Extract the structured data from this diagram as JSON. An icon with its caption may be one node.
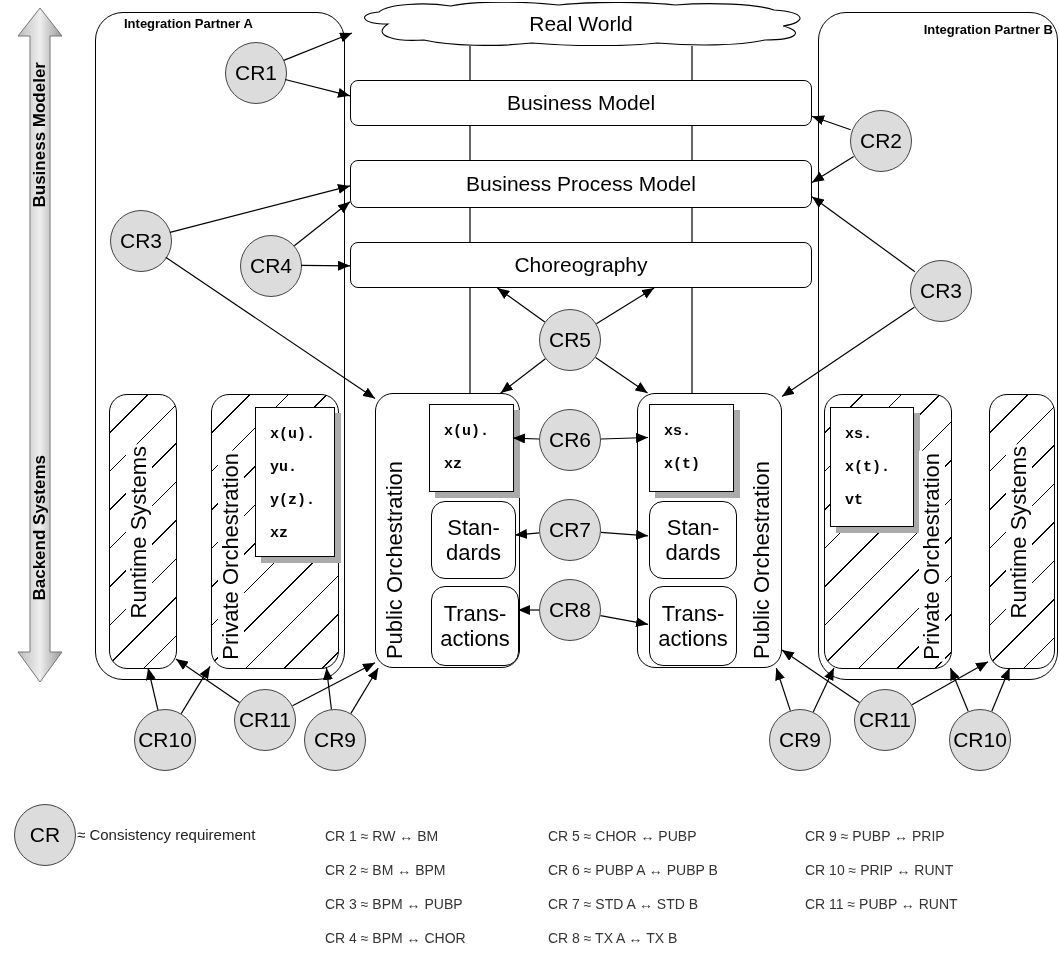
{
  "diagram": {
    "nodes": [
      {
        "text": [
          "Integration Partner A"
        ]
      },
      {
        "text": [
          "Integration Partner B"
        ]
      },
      {
        "text": [
          "Real World"
        ]
      },
      {
        "text": [
          "Business Model"
        ]
      },
      {
        "text": [
          "Business Process Model"
        ]
      },
      {
        "text": [
          "Choreography"
        ]
      },
      {
        "text": [
          "Runtime Systems"
        ],
        "in": 0
      },
      {
        "text": [
          "Private Orchestration"
        ],
        "in": 0
      },
      {
        "text": [
          "x(u). yu. y(z). xz"
        ],
        "in": 7
      },
      {
        "text": [
          "Public Orchestration"
        ]
      },
      {
        "text": [
          "x(u). xz"
        ],
        "in": 9
      },
      {
        "text": [
          "Stan- dards"
        ],
        "in": 9
      },
      {
        "text": [
          "Trans- actions"
        ],
        "in": 9
      },
      {
        "text": [
          "Public Orchestration"
        ]
      },
      {
        "text": [
          "xs. x(t)"
        ],
        "in": 13
      },
      {
        "text": [
          "Stan- dards"
        ],
        "in": 13
      },
      {
        "text": [
          "Trans- actions"
        ],
        "in": 13
      },
      {
        "text": [
          "Private Orchestration"
        ],
        "in": 1
      },
      {
        "text": [
          "xs. x(t). vt"
        ],
        "in": 17
      },
      {
        "text": [
          "Runtime Systems"
        ],
        "in": 1
      },
      {
        "text": [
          "CR1"
        ],
        "in": 0
      },
      {
        "text": [
          "CR2"
        ],
        "in": 1
      },
      {
        "text": [
          "CR3"
        ],
        "in": 0
      },
      {
        "text": [
          "CR4"
        ],
        "in": 0
      },
      {
        "text": [
          "CR3"
        ],
        "in": 1
      },
      {
        "text": [
          "CR5"
        ]
      },
      {
        "text": [
          "CR6"
        ]
      },
      {
        "text": [
          "CR7"
        ]
      },
      {
        "text": [
          "CR8"
        ]
      },
      {
        "text": [
          "CR10"
        ]
      },
      {
        "text": [
          "CR11"
        ]
      },
      {
        "text": [
          "CR9"
        ]
      },
      {
        "text": [
          "CR9"
        ]
      },
      {
        "text": [
          "CR11"
        ]
      },
      {
        "text": [
          "CR10"
        ]
      },
      {
        "text": [
          "CR"
        ],
        "beside": [
          "≈ Consistency requirement"
        ]
      }
    ],
    "edges": [
      {
        "from": 2,
        "to": 3,
        "arrow": "none"
      },
      {
        "from": 2,
        "to": 3,
        "arrow": "none"
      },
      {
        "from": 3,
        "to": 4,
        "arrow": "none"
      },
      {
        "from": 3,
        "to": 4,
        "arrow": "none"
      },
      {
        "from": 4,
        "to": 5,
        "arrow": "none"
      },
      {
        "from": 4,
        "to": 5,
        "arrow": "none"
      },
      {
        "from": 5,
        "to": 9,
        "arrow": "none"
      },
      {
        "from": 5,
        "to": 13,
        "arrow": "none"
      },
      {
        "from": 20,
        "to": 2,
        "arrow": "to"
      },
      {
        "from": 20,
        "to": 3,
        "arrow": "to"
      },
      {
        "from": 21,
        "to": 3,
        "arrow": "to"
      },
      {
        "from": 21,
        "to": 4,
        "arrow": "to"
      },
      {
        "from": 22,
        "to": 4,
        "arrow": "to"
      },
      {
        "from": 22,
        "to": 9,
        "arrow": "to"
      },
      {
        "from": 23,
        "to": 4,
        "arrow": "to"
      },
      {
        "from": 23,
        "to": 5,
        "arrow": "to"
      },
      {
        "from": 24,
        "to": 4,
        "arrow": "to"
      },
      {
        "from": 24,
        "to": 13,
        "arrow": "to"
      },
      {
        "from": 25,
        "to": 5,
        "arrow": "to"
      },
      {
        "from": 25,
        "to": 5,
        "arrow": "to"
      },
      {
        "from": 25,
        "to": 9,
        "arrow": "to"
      },
      {
        "from": 25,
        "to": 13,
        "arrow": "to"
      },
      {
        "from": 26,
        "to": 10,
        "arrow": "to"
      },
      {
        "from": 26,
        "to": 14,
        "arrow": "to"
      },
      {
        "from": 27,
        "to": 11,
        "arrow": "to"
      },
      {
        "from": 27,
        "to": 15,
        "arrow": "to"
      },
      {
        "from": 28,
        "to": 12,
        "arrow": "to"
      },
      {
        "from": 28,
        "to": 16,
        "arrow": "to"
      },
      {
        "from": 29,
        "to": 6,
        "arrow": "to"
      },
      {
        "from": 29,
        "to": 7,
        "arrow": "to"
      },
      {
        "from": 30,
        "to": 6,
        "arrow": "to"
      },
      {
        "from": 30,
        "to": 9,
        "arrow": "to"
      },
      {
        "from": 31,
        "to": 7,
        "arrow": "to"
      },
      {
        "from": 31,
        "to": 9,
        "arrow": "to"
      },
      {
        "from": 32,
        "to": 13,
        "arrow": "to"
      },
      {
        "from": 32,
        "to": 17,
        "arrow": "to"
      },
      {
        "from": 33,
        "to": 13,
        "arrow": "to"
      },
      {
        "from": 33,
        "to": 19,
        "arrow": "to"
      },
      {
        "from": 34,
        "to": 17,
        "arrow": "to"
      },
      {
        "from": 34,
        "to": 19,
        "arrow": "to"
      }
    ],
    "labels": [
      "Business Modeler",
      "Backend Systems",
      "CR 1 ≈ RW ↔ BM",
      "CR 5 ≈ CHOR ↔ PUBP",
      "CR 9 ≈ PUBP ↔ PRIP",
      "CR 2 ≈ BM ↔ BPM",
      "CR 6 ≈ PUBP A ↔ PUBP B",
      "CR 10 ≈ PRIP ↔ RUNT",
      "CR 3 ≈ BPM ↔ PUBP",
      "CR 7 ≈ STD A ↔ STD B",
      "CR 11 ≈ PUBP ↔ RUNT",
      "CR 4 ≈ BPM ↔ CHOR",
      "CR 8 ≈ TX A ↔ TX B"
    ]
  }
}
